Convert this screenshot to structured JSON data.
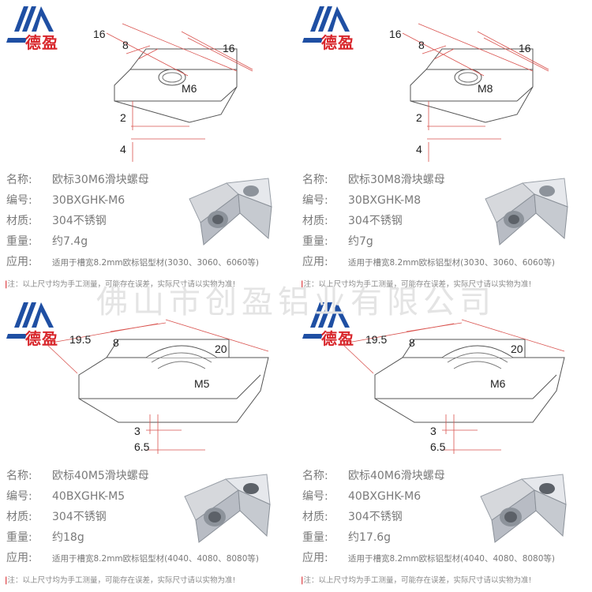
{
  "logo_text": "德盈",
  "watermark": "佛山市创盈铝业有限公司",
  "colors": {
    "accent_red": "#d8262b",
    "logo_blue": "#1f4fa3",
    "dimension_line": "#d9534f"
  },
  "cards": [
    {
      "dims": {
        "overall": "16",
        "slot": "8",
        "width": "16",
        "thread": "M6",
        "h1": "2",
        "h2": "4"
      },
      "specs": [
        {
          "label": "名称:",
          "value": "欧标30M6滑块螺母"
        },
        {
          "label": "编号:",
          "value": "30BXGHK-M6"
        },
        {
          "label": "材质:",
          "value": "304不锈钢"
        },
        {
          "label": "重量:",
          "value": "约7.4g"
        },
        {
          "label": "应用:",
          "value": "适用于槽宽8.2mm欧标铝型材(3030、3060、6060等)"
        }
      ],
      "note": "注：以上尺寸均为手工测量，可能存在误差，实际尺寸请以实物为准!"
    },
    {
      "dims": {
        "overall": "16",
        "slot": "8",
        "width": "16",
        "thread": "M8",
        "h1": "2",
        "h2": "4"
      },
      "specs": [
        {
          "label": "名称:",
          "value": "欧标30M8滑块螺母"
        },
        {
          "label": "编号:",
          "value": "30BXGHK-M8"
        },
        {
          "label": "材质:",
          "value": "304不锈钢"
        },
        {
          "label": "重量:",
          "value": "约7g"
        },
        {
          "label": "应用:",
          "value": "适用于槽宽8.2mm欧标铝型材(3030、3060、6060等)"
        }
      ],
      "note": "注：以上尺寸均为手工测量，可能存在误差，实际尺寸请以实物为准!"
    },
    {
      "dims": {
        "overall": "19.5",
        "slot": "8",
        "width": "20",
        "thread": "M5",
        "h1": "3",
        "h2": "6.5"
      },
      "specs": [
        {
          "label": "名称:",
          "value": "欧标40M5滑块螺母"
        },
        {
          "label": "编号:",
          "value": "40BXGHK-M5"
        },
        {
          "label": "材质:",
          "value": "304不锈钢"
        },
        {
          "label": "重量:",
          "value": "约18g"
        },
        {
          "label": "应用:",
          "value": "适用于槽宽8.2mm欧标铝型材(4040、4080、8080等)"
        }
      ],
      "note": "注：以上尺寸均为手工测量，可能存在误差，实际尺寸请以实物为准!"
    },
    {
      "dims": {
        "overall": "19.5",
        "slot": "8",
        "width": "20",
        "thread": "M6",
        "h1": "3",
        "h2": "6.5"
      },
      "specs": [
        {
          "label": "名称:",
          "value": "欧标40M6滑块螺母"
        },
        {
          "label": "编号:",
          "value": "40BXGHK-M6"
        },
        {
          "label": "材质:",
          "value": "304不锈钢"
        },
        {
          "label": "重量:",
          "value": "约17.6g"
        },
        {
          "label": "应用:",
          "value": "适用于槽宽8.2mm欧标铝型材(4040、4080、8080等)"
        }
      ],
      "note": "注：以上尺寸均为手工测量，可能存在误差，实际尺寸请以实物为准!"
    }
  ]
}
